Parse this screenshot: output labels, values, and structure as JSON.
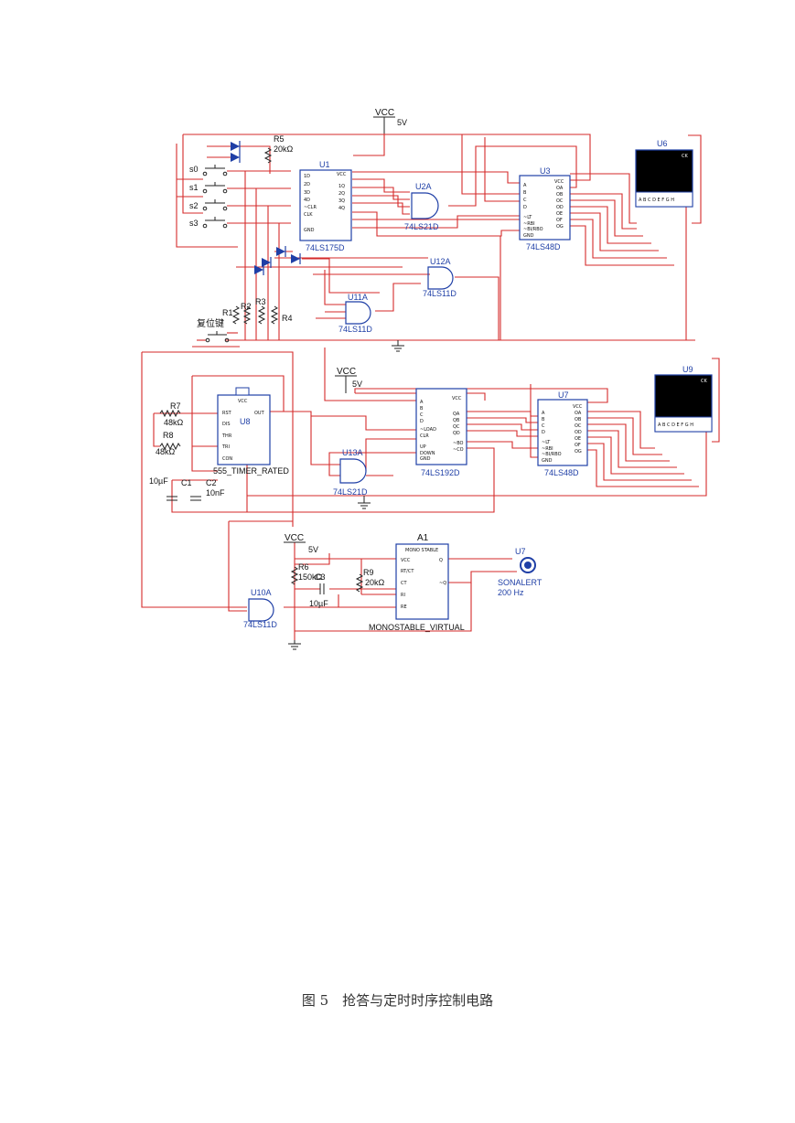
{
  "document": {
    "caption": "图 5　抢答与定时时序控制电路"
  },
  "labels": {
    "vcc1": "VCC",
    "v5_1": "5V",
    "r5": "R5",
    "r5_val": "20kΩ",
    "u1": "U1",
    "u1_part": "74LS175D",
    "u2a": "U2A",
    "u2a_part": "74LS21D",
    "u3": "U3",
    "u3_part": "74LS48D",
    "u6": "U6",
    "s0": "s0",
    "s1": "s1",
    "s2": "s2",
    "s3": "s3",
    "u12a": "U12A",
    "u12a_part": "74LS11D",
    "u11a": "U11A",
    "u11a_part": "74LS11D",
    "r1": "R1",
    "r2": "R2",
    "r3": "R3",
    "r4": "R4",
    "reset_key": "复位键",
    "vcc2": "VCC",
    "v5_2": "5V",
    "u9": "U9",
    "r7": "R7",
    "r7_val": "48kΩ",
    "r8": "R8",
    "r8_val": "48kΩ",
    "u8": "U8",
    "u6b": "U6",
    "u6b_part": "74LS192D",
    "u7": "U7",
    "u7_part": "74LS48D",
    "u13a": "U13A",
    "u13a_part": "74LS21D",
    "timer_part": "555_TIMER_RATED",
    "c1_val": "10µF",
    "c1": "C1",
    "c2": "C2",
    "c2_val": "10nF",
    "vcc3": "VCC",
    "v5_3": "5V",
    "a1": "A1",
    "r6": "R6",
    "r6_val": "150kΩ",
    "c3": "C3",
    "c3_val": "10µF",
    "r9": "R9",
    "r9_val": "20kΩ",
    "u10a": "U10A",
    "u10a_part": "74LS11D",
    "mono_part": "MONOSTABLE_VIRTUAL",
    "u7b": "U7",
    "sonalert": "SONALERT",
    "sonalert_freq": "200 Hz",
    "seg_letters": "A B C D E F G H",
    "ck": "CK",
    "mono_title": "MONO STABLE"
  }
}
